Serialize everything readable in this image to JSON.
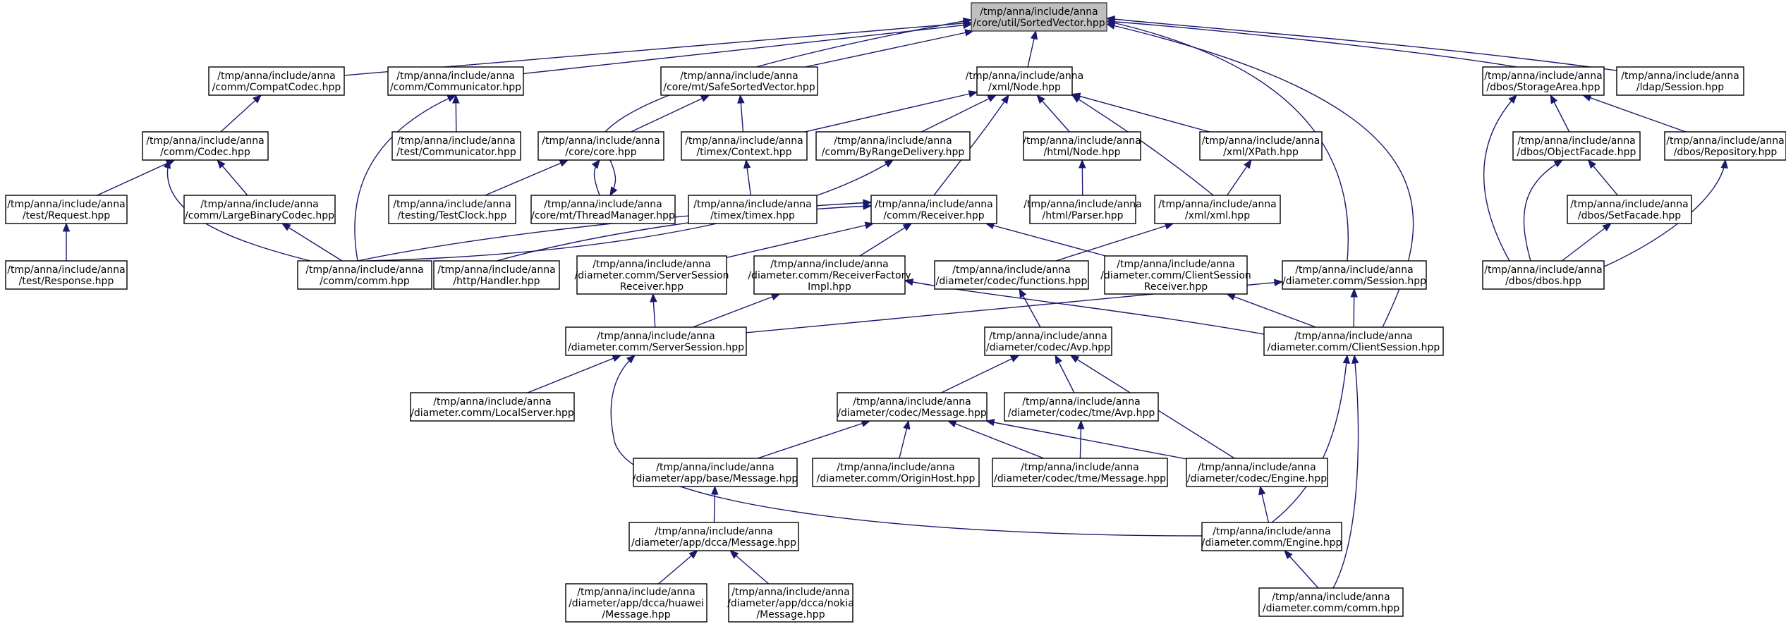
{
  "diagram": {
    "type": "include-dependency-graph",
    "colors": {
      "edge": "#191970",
      "root_fill": "#bfbfbf",
      "node_fill": "#ffffff",
      "node_border": "#000000"
    },
    "nodes": [
      {
        "id": "sortedvector",
        "label": [
          "/tmp/anna/include/anna",
          "/core/util/SortedVector.hpp"
        ],
        "root": true
      },
      {
        "id": "compatcodec",
        "label": [
          "/tmp/anna/include/anna",
          "/comm/CompatCodec.hpp"
        ]
      },
      {
        "id": "communicator",
        "label": [
          "/tmp/anna/include/anna",
          "/comm/Communicator.hpp"
        ]
      },
      {
        "id": "safesortedvector",
        "label": [
          "/tmp/anna/include/anna",
          "/core/mt/SafeSortedVector.hpp"
        ]
      },
      {
        "id": "xmlnode",
        "label": [
          "/tmp/anna/include/anna",
          "/xml/Node.hpp"
        ]
      },
      {
        "id": "storagearea",
        "label": [
          "/tmp/anna/include/anna",
          "/dbos/StorageArea.hpp"
        ]
      },
      {
        "id": "ldapsession",
        "label": [
          "/tmp/anna/include/anna",
          "/ldap/Session.hpp"
        ]
      },
      {
        "id": "codec",
        "label": [
          "/tmp/anna/include/anna",
          "/comm/Codec.hpp"
        ]
      },
      {
        "id": "testcommunicator",
        "label": [
          "/tmp/anna/include/anna",
          "/test/Communicator.hpp"
        ]
      },
      {
        "id": "corecore",
        "label": [
          "/tmp/anna/include/anna",
          "/core/core.hpp"
        ]
      },
      {
        "id": "timexcontext",
        "label": [
          "/tmp/anna/include/anna",
          "/timex/Context.hpp"
        ]
      },
      {
        "id": "byrangedelivery",
        "label": [
          "/tmp/anna/include/anna",
          "/comm/ByRangeDelivery.hpp"
        ]
      },
      {
        "id": "htmlnode",
        "label": [
          "/tmp/anna/include/anna",
          "/html/Node.hpp"
        ]
      },
      {
        "id": "xpath",
        "label": [
          "/tmp/anna/include/anna",
          "/xml/XPath.hpp"
        ]
      },
      {
        "id": "objectfacade",
        "label": [
          "/tmp/anna/include/anna",
          "/dbos/ObjectFacade.hpp"
        ]
      },
      {
        "id": "repository",
        "label": [
          "/tmp/anna/include/anna",
          "/dbos/Repository.hpp"
        ]
      },
      {
        "id": "testrequest",
        "label": [
          "/tmp/anna/include/anna",
          "/test/Request.hpp"
        ]
      },
      {
        "id": "largebinarycodec",
        "label": [
          "/tmp/anna/include/anna",
          "/comm/LargeBinaryCodec.hpp"
        ]
      },
      {
        "id": "testclock",
        "label": [
          "/tmp/anna/include/anna",
          "/testing/TestClock.hpp"
        ]
      },
      {
        "id": "threadmanager",
        "label": [
          "/tmp/anna/include/anna",
          "/core/mt/ThreadManager.hpp"
        ]
      },
      {
        "id": "timextimex",
        "label": [
          "/tmp/anna/include/anna",
          "/timex/timex.hpp"
        ]
      },
      {
        "id": "receiver",
        "label": [
          "/tmp/anna/include/anna",
          "/comm/Receiver.hpp"
        ]
      },
      {
        "id": "htmlparser",
        "label": [
          "/tmp/anna/include/anna",
          "/html/Parser.hpp"
        ]
      },
      {
        "id": "xmlxml",
        "label": [
          "/tmp/anna/include/anna",
          "/xml/xml.hpp"
        ]
      },
      {
        "id": "setfacade",
        "label": [
          "/tmp/anna/include/anna",
          "/dbos/SetFacade.hpp"
        ]
      },
      {
        "id": "testresponse",
        "label": [
          "/tmp/anna/include/anna",
          "/test/Response.hpp"
        ]
      },
      {
        "id": "commcomm",
        "label": [
          "/tmp/anna/include/anna",
          "/comm/comm.hpp"
        ]
      },
      {
        "id": "httphandler",
        "label": [
          "/tmp/anna/include/anna",
          "/http/Handler.hpp"
        ]
      },
      {
        "id": "serversessionreceiver",
        "label": [
          "/tmp/anna/include/anna",
          "/diameter.comm/ServerSession",
          "Receiver.hpp"
        ]
      },
      {
        "id": "receiverfactoryimpl",
        "label": [
          "/tmp/anna/include/anna",
          "/diameter.comm/ReceiverFactory",
          "Impl.hpp"
        ]
      },
      {
        "id": "codecfunctions",
        "label": [
          "/tmp/anna/include/anna",
          "/diameter/codec/functions.hpp"
        ]
      },
      {
        "id": "clientsessionreceiver",
        "label": [
          "/tmp/anna/include/anna",
          "/diameter.comm/ClientSession",
          "Receiver.hpp"
        ]
      },
      {
        "id": "diamsession",
        "label": [
          "/tmp/anna/include/anna",
          "/diameter.comm/Session.hpp"
        ]
      },
      {
        "id": "dbosdbos",
        "label": [
          "/tmp/anna/include/anna",
          "/dbos/dbos.hpp"
        ]
      },
      {
        "id": "serversession",
        "label": [
          "/tmp/anna/include/anna",
          "/diameter.comm/ServerSession.hpp"
        ]
      },
      {
        "id": "codecavp",
        "label": [
          "/tmp/anna/include/anna",
          "/diameter/codec/Avp.hpp"
        ]
      },
      {
        "id": "clientsession",
        "label": [
          "/tmp/anna/include/anna",
          "/diameter.comm/ClientSession.hpp"
        ]
      },
      {
        "id": "localserver",
        "label": [
          "/tmp/anna/include/anna",
          "/diameter.comm/LocalServer.hpp"
        ]
      },
      {
        "id": "codecmessage",
        "label": [
          "/tmp/anna/include/anna",
          "/diameter/codec/Message.hpp"
        ]
      },
      {
        "id": "tmeavp",
        "label": [
          "/tmp/anna/include/anna",
          "/diameter/codec/tme/Avp.hpp"
        ]
      },
      {
        "id": "basemessage",
        "label": [
          "/tmp/anna/include/anna",
          "/diameter/app/base/Message.hpp"
        ]
      },
      {
        "id": "originhost",
        "label": [
          "/tmp/anna/include/anna",
          "/diameter.comm/OriginHost.hpp"
        ]
      },
      {
        "id": "tmemessage",
        "label": [
          "/tmp/anna/include/anna",
          "/diameter/codec/tme/Message.hpp"
        ]
      },
      {
        "id": "codecengine",
        "label": [
          "/tmp/anna/include/anna",
          "/diameter/codec/Engine.hpp"
        ]
      },
      {
        "id": "dccamessage",
        "label": [
          "/tmp/anna/include/anna",
          "/diameter/app/dcca/Message.hpp"
        ]
      },
      {
        "id": "commengine",
        "label": [
          "/tmp/anna/include/anna",
          "/diameter.comm/Engine.hpp"
        ]
      },
      {
        "id": "huaweimessage",
        "label": [
          "/tmp/anna/include/anna",
          "/diameter/app/dcca/huawei",
          "/Message.hpp"
        ]
      },
      {
        "id": "nokiamessage",
        "label": [
          "/tmp/anna/include/anna",
          "/diameter/app/dcca/nokia",
          "/Message.hpp"
        ]
      },
      {
        "id": "diamcommcomm",
        "label": [
          "/tmp/anna/include/anna",
          "/diameter.comm/comm.hpp"
        ]
      }
    ],
    "edges": [
      [
        "compatcodec",
        "sortedvector"
      ],
      [
        "communicator",
        "sortedvector"
      ],
      [
        "safesortedvector",
        "sortedvector"
      ],
      [
        "xmlnode",
        "sortedvector"
      ],
      [
        "storagearea",
        "sortedvector"
      ],
      [
        "ldapsession",
        "sortedvector"
      ],
      [
        "corecore",
        "sortedvector"
      ],
      [
        "diamsession",
        "sortedvector"
      ],
      [
        "clientsession",
        "sortedvector"
      ],
      [
        "codec",
        "compatcodec"
      ],
      [
        "testcommunicator",
        "communicator"
      ],
      [
        "commcomm",
        "communicator"
      ],
      [
        "corecore",
        "safesortedvector"
      ],
      [
        "timexcontext",
        "safesortedvector"
      ],
      [
        "timexcontext",
        "xmlnode"
      ],
      [
        "byrangedelivery",
        "xmlnode"
      ],
      [
        "receiver",
        "xmlnode"
      ],
      [
        "htmlnode",
        "xmlnode"
      ],
      [
        "xpath",
        "xmlnode"
      ],
      [
        "xmlxml",
        "xmlnode"
      ],
      [
        "objectfacade",
        "storagearea"
      ],
      [
        "repository",
        "storagearea"
      ],
      [
        "dbosdbos",
        "storagearea"
      ],
      [
        "testrequest",
        "codec"
      ],
      [
        "largebinarycodec",
        "codec"
      ],
      [
        "commcomm",
        "codec"
      ],
      [
        "testclock",
        "corecore"
      ],
      [
        "threadmanager",
        "corecore"
      ],
      [
        "corecore",
        "threadmanager"
      ],
      [
        "timextimex",
        "timexcontext"
      ],
      [
        "commcomm",
        "byrangedelivery"
      ],
      [
        "htmlparser",
        "htmlnode"
      ],
      [
        "xmlxml",
        "xpath"
      ],
      [
        "setfacade",
        "objectfacade"
      ],
      [
        "dbosdbos",
        "objectfacade"
      ],
      [
        "dbosdbos",
        "repository"
      ],
      [
        "testresponse",
        "testrequest"
      ],
      [
        "commcomm",
        "largebinarycodec"
      ],
      [
        "commcomm",
        "receiver"
      ],
      [
        "httphandler",
        "receiver"
      ],
      [
        "serversessionreceiver",
        "receiver"
      ],
      [
        "receiverfactoryimpl",
        "receiver"
      ],
      [
        "clientsessionreceiver",
        "receiver"
      ],
      [
        "codecfunctions",
        "xmlxml"
      ],
      [
        "dbosdbos",
        "setfacade"
      ],
      [
        "serversession",
        "serversessionreceiver"
      ],
      [
        "serversession",
        "receiverfactoryimpl"
      ],
      [
        "clientsession",
        "receiverfactoryimpl"
      ],
      [
        "codecavp",
        "codecfunctions"
      ],
      [
        "clientsession",
        "clientsessionreceiver"
      ],
      [
        "serversession",
        "diamsession"
      ],
      [
        "clientsession",
        "diamsession"
      ],
      [
        "localserver",
        "serversession"
      ],
      [
        "commengine",
        "serversession"
      ],
      [
        "codecmessage",
        "codecavp"
      ],
      [
        "tmeavp",
        "codecavp"
      ],
      [
        "codecengine",
        "codecavp"
      ],
      [
        "commengine",
        "clientsession"
      ],
      [
        "diamcommcomm",
        "clientsession"
      ],
      [
        "basemessage",
        "codecmessage"
      ],
      [
        "originhost",
        "codecmessage"
      ],
      [
        "tmemessage",
        "codecmessage"
      ],
      [
        "codecengine",
        "codecmessage"
      ],
      [
        "tmemessage",
        "tmeavp"
      ],
      [
        "dccamessage",
        "basemessage"
      ],
      [
        "commengine",
        "codecengine"
      ],
      [
        "huaweimessage",
        "dccamessage"
      ],
      [
        "nokiamessage",
        "dccamessage"
      ],
      [
        "diamcommcomm",
        "commengine"
      ]
    ]
  }
}
